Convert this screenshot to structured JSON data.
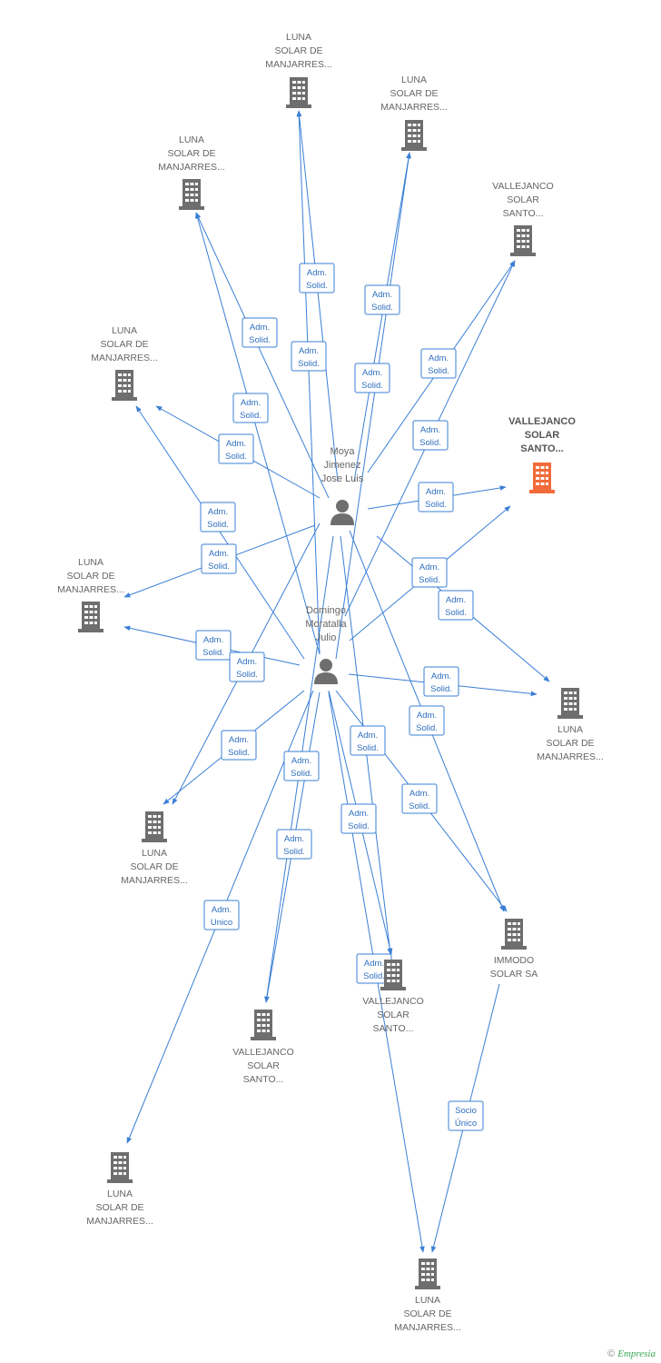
{
  "colors": {
    "edge": "#3a7fd5",
    "building": "#6e6e6e",
    "building_focus": "#f26b3a",
    "person": "#6e6e6e"
  },
  "persons": [
    {
      "id": "moya",
      "lines": [
        "Moya",
        "Jimenez",
        "Jose Luis"
      ],
      "icon": "person-icon"
    },
    {
      "id": "domingo",
      "lines": [
        "Domingo",
        "Moratalla",
        "Julio"
      ],
      "icon": "person-icon"
    }
  ],
  "companies": [
    {
      "id": "c1",
      "lines": [
        "LUNA",
        "SOLAR DE",
        "MANJARRES..."
      ],
      "icon": "building-icon"
    },
    {
      "id": "c2",
      "lines": [
        "LUNA",
        "SOLAR DE",
        "MANJARRES..."
      ],
      "icon": "building-icon"
    },
    {
      "id": "c3",
      "lines": [
        "LUNA",
        "SOLAR DE",
        "MANJARRES..."
      ],
      "icon": "building-icon"
    },
    {
      "id": "c4",
      "lines": [
        "VALLEJANCO",
        "SOLAR",
        "SANTO..."
      ],
      "icon": "building-icon"
    },
    {
      "id": "c5",
      "lines": [
        "LUNA",
        "SOLAR DE",
        "MANJARRES..."
      ],
      "icon": "building-icon"
    },
    {
      "id": "focus",
      "lines": [
        "VALLEJANCO",
        "SOLAR",
        "SANTO..."
      ],
      "icon": "building-icon",
      "focus": true
    },
    {
      "id": "c7",
      "lines": [
        "LUNA",
        "SOLAR DE",
        "MANJARRES..."
      ],
      "icon": "building-icon"
    },
    {
      "id": "c8",
      "lines": [
        "LUNA",
        "SOLAR DE",
        "MANJARRES..."
      ],
      "icon": "building-icon"
    },
    {
      "id": "c9",
      "lines": [
        "LUNA",
        "SOLAR DE",
        "MANJARRES..."
      ],
      "icon": "building-icon"
    },
    {
      "id": "c10",
      "lines": [
        "IMMODO",
        "SOLAR SA"
      ],
      "icon": "building-icon"
    },
    {
      "id": "c11",
      "lines": [
        "VALLEJANCO",
        "SOLAR",
        "SANTO..."
      ],
      "icon": "building-icon"
    },
    {
      "id": "c12",
      "lines": [
        "VALLEJANCO",
        "SOLAR",
        "SANTO..."
      ],
      "icon": "building-icon"
    },
    {
      "id": "c13",
      "lines": [
        "LUNA",
        "SOLAR DE",
        "MANJARRES..."
      ],
      "icon": "building-icon"
    },
    {
      "id": "c14",
      "lines": [
        "LUNA",
        "SOLAR DE",
        "MANJARRES..."
      ],
      "icon": "building-icon"
    }
  ],
  "edges": [
    {
      "from": "moya",
      "to": "c1",
      "label": [
        "Adm.",
        "Solid."
      ]
    },
    {
      "from": "domingo",
      "to": "c1",
      "label": [
        "Adm.",
        "Solid."
      ]
    },
    {
      "from": "moya",
      "to": "c2",
      "label": [
        "Adm.",
        "Solid."
      ]
    },
    {
      "from": "domingo",
      "to": "c2",
      "label": [
        "Adm.",
        "Solid."
      ]
    },
    {
      "from": "moya",
      "to": "c3",
      "label": [
        "Adm.",
        "Solid."
      ]
    },
    {
      "from": "domingo",
      "to": "c3",
      "label": [
        "Adm.",
        "Solid."
      ]
    },
    {
      "from": "moya",
      "to": "c4",
      "label": [
        "Adm.",
        "Solid."
      ]
    },
    {
      "from": "domingo",
      "to": "c4",
      "label": [
        "Adm.",
        "Solid."
      ]
    },
    {
      "from": "moya",
      "to": "c5",
      "label": [
        "Adm.",
        "Solid."
      ]
    },
    {
      "from": "domingo",
      "to": "c5",
      "label": [
        "Adm.",
        "Solid."
      ]
    },
    {
      "from": "moya",
      "to": "focus",
      "label": [
        "Adm.",
        "Solid."
      ]
    },
    {
      "from": "domingo",
      "to": "focus",
      "label": [
        "Adm.",
        "Solid."
      ]
    },
    {
      "from": "moya",
      "to": "c7",
      "label": [
        "Adm.",
        "Solid."
      ]
    },
    {
      "from": "domingo",
      "to": "c7",
      "label": [
        "Adm.",
        "Solid."
      ]
    },
    {
      "from": "moya",
      "to": "c8",
      "label": [
        "Adm.",
        "Solid."
      ]
    },
    {
      "from": "domingo",
      "to": "c8",
      "label": [
        "Adm.",
        "Solid."
      ]
    },
    {
      "from": "moya",
      "to": "c9",
      "label": [
        "Adm.",
        "Solid."
      ]
    },
    {
      "from": "domingo",
      "to": "c9",
      "label": [
        "Adm.",
        "Solid."
      ]
    },
    {
      "from": "moya",
      "to": "c10",
      "label": [
        "Adm.",
        "Solid."
      ]
    },
    {
      "from": "domingo",
      "to": "c10",
      "label": [
        "Adm.",
        "Solid."
      ]
    },
    {
      "from": "moya",
      "to": "c11",
      "label": [
        "Adm.",
        "Solid."
      ]
    },
    {
      "from": "domingo",
      "to": "c11",
      "label": [
        "Adm.",
        "Solid."
      ]
    },
    {
      "from": "moya",
      "to": "c12",
      "label": [
        "Adm.",
        "Solid."
      ]
    },
    {
      "from": "domingo",
      "to": "c12",
      "label": [
        "Adm.",
        "Solid."
      ]
    },
    {
      "from": "domingo",
      "to": "c13",
      "label": [
        "Adm.",
        "Unico"
      ]
    },
    {
      "from": "c10",
      "to": "c14",
      "label": [
        "Socio",
        "Único"
      ]
    },
    {
      "from": "domingo",
      "to": "c14",
      "label": [
        "Adm.",
        "Solid."
      ]
    }
  ],
  "footer": {
    "copyright": "©",
    "brand": "Empresia"
  }
}
